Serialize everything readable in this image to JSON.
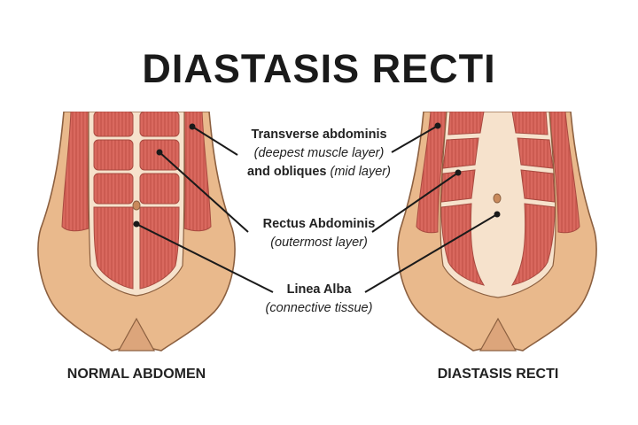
{
  "title": "DIASTASIS RECTI",
  "captions": {
    "left": "NORMAL ABDOMEN",
    "right": "DIASTASIS RECTI"
  },
  "labels": {
    "transverse": {
      "line1": "Transverse abdominis",
      "line2": "(deepest muscle layer)",
      "line3a": "and obliques",
      "line3b": "(mid layer)"
    },
    "rectus": {
      "name": "Rectus Abdominis",
      "desc": "(outermost layer)"
    },
    "linea": {
      "name": "Linea Alba",
      "desc": "(connective tissue)"
    }
  },
  "colors": {
    "skin": "#e9b98c",
    "skin_outline": "#8c6040",
    "muscle": "#d9685e",
    "muscle_fiber": "#b9493f",
    "connective": "#f6e2cc",
    "leader_line": "#1a1a1a"
  }
}
